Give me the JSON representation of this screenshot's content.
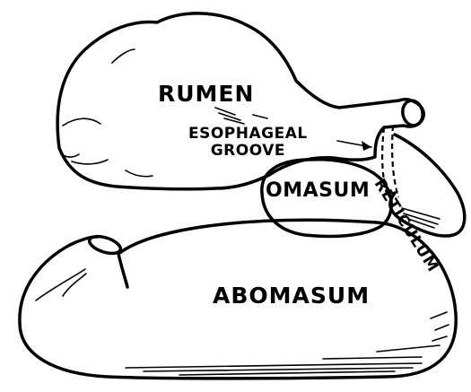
{
  "labels": {
    "rumen": "RUMEN",
    "esophageal_groove_line1": "ESOPHAGEAL",
    "esophageal_groove_line2": "GROOVE",
    "omasum": "OMASUM",
    "reticulum": "RETICULUM",
    "abomasum": "ABOMASUM"
  },
  "colors": {
    "ink": "#000000",
    "background": "#ffffff"
  }
}
